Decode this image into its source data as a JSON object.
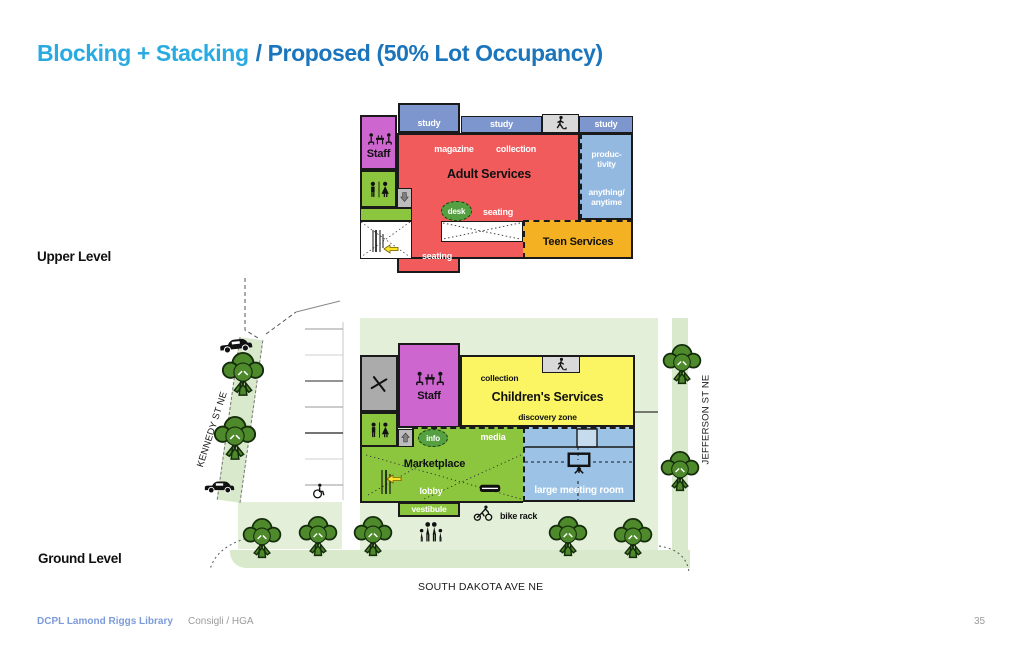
{
  "slide": {
    "title_primary": "Blocking + Stacking",
    "title_secondary": "/ Proposed (50% Lot Occupancy)",
    "page_number": "35"
  },
  "footer": {
    "library_name": "DCPL Lamond Riggs Library",
    "architects": "Consigli / HGA"
  },
  "upper_level": {
    "label": "Upper Level",
    "rooms": {
      "study_1": "study",
      "study_2": "study",
      "study_3": "study",
      "staff": "Staff",
      "magazine": "magazine",
      "collection": "collection",
      "adult_services": "Adult Services",
      "productivity_line1": "produc-",
      "productivity_line2": "tivity",
      "anything_line1": "anything/",
      "anything_line2": "anytime",
      "desk": "desk",
      "seating_upper": "seating",
      "seating_lower": "seating",
      "teen_services": "Teen Services"
    }
  },
  "ground_level": {
    "label": "Ground Level",
    "rooms": {
      "staff": "Staff",
      "collection": "collection",
      "childrens_services": "Children's Services",
      "discovery_zone": "discovery zone",
      "info": "info",
      "media": "media",
      "marketplace": "Marketplace",
      "lobby": "lobby",
      "vestibule": "vestibule",
      "large_meeting_room": "large meeting room",
      "bike_rack": "bike rack"
    }
  },
  "streets": {
    "kennedy": "KENNEDY ST NE",
    "jefferson": "JEFFERSON ST NE",
    "south_dakota": "SOUTH DAKOTA AVE NE"
  },
  "colors": {
    "title_light_blue": "#29ABE2",
    "title_dark_blue": "#1B75BC",
    "adult_red": "#F15B5C",
    "teen_orange": "#F4B223",
    "study_blue": "#7D96CE",
    "productivity_blue": "#94B9E0",
    "meeting_blue": "#9CC3E5",
    "staff_purple": "#CD66CE",
    "service_green": "#8CC63F",
    "desk_green": "#55A041",
    "childrens_yellow": "#FBF563",
    "site_green": "#E3EFD9",
    "street_strip_green": "#D9E9CB",
    "tree_green": "#4E8A2B",
    "gray_block": "#ABABAB",
    "light_gray_block": "#D9D9D9",
    "arrow_yellow": "#FFE32B"
  }
}
